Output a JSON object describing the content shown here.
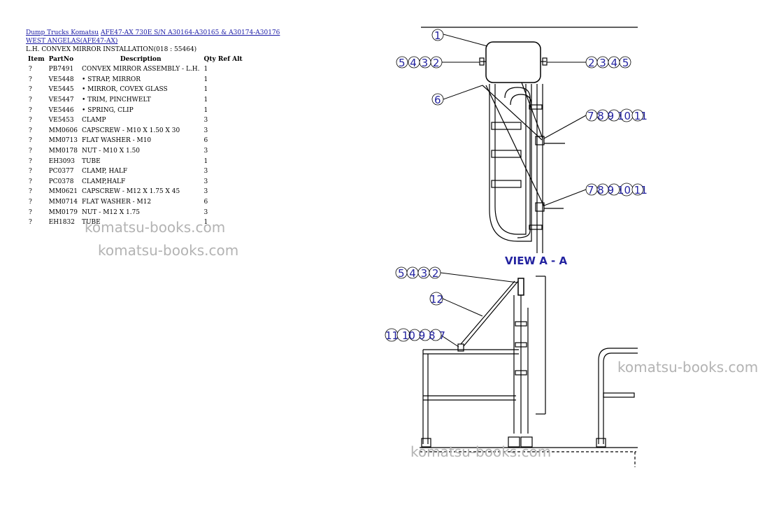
{
  "breadcrumb": {
    "link1": "Dump Trucks Komatsu",
    "link2": "AFE47-AX 730E S/N A30164-A30165 & A30174-A30176 WEST ANGELAS(AFE47-AX)"
  },
  "heading": "L.H. CONVEX MIRROR INSTALLATION(018 : 55464)",
  "columns": [
    "Item",
    "PartNo",
    "Description",
    "Qty",
    "Ref",
    "Alt"
  ],
  "rows": [
    {
      "item": "?",
      "part": "PB7491",
      "desc": "CONVEX MIRROR ASSEMBLY - L.H.",
      "qty": "1"
    },
    {
      "item": "?",
      "part": "VE5448",
      "desc": "• STRAP, MIRROR",
      "qty": "1"
    },
    {
      "item": "?",
      "part": "VE5445",
      "desc": "• MIRROR, COVEX GLASS",
      "qty": "1"
    },
    {
      "item": "?",
      "part": "VE5447",
      "desc": "• TRIM, PINCHWELT",
      "qty": "1"
    },
    {
      "item": "?",
      "part": "VE5446",
      "desc": "• SPRING, CLIP",
      "qty": "1"
    },
    {
      "item": "?",
      "part": "VE5453",
      "desc": "CLAMP",
      "qty": "3"
    },
    {
      "item": "?",
      "part": "MM0606",
      "desc": "CAPSCREW - M10 X 1.50 X 30",
      "qty": "3"
    },
    {
      "item": "?",
      "part": "MM0713",
      "desc": "FLAT WASHER - M10",
      "qty": "6"
    },
    {
      "item": "?",
      "part": "MM0178",
      "desc": "NUT - M10 X 1.50",
      "qty": "3"
    },
    {
      "item": "?",
      "part": "EH3093",
      "desc": "TUBE",
      "qty": "1"
    },
    {
      "item": "?",
      "part": "PC0377",
      "desc": "CLAMP, HALF",
      "qty": "3"
    },
    {
      "item": "?",
      "part": "PC0378",
      "desc": "CLAMP,HALF",
      "qty": "3"
    },
    {
      "item": "?",
      "part": "MM0621",
      "desc": "CAPSCREW - M12 X 1.75 X 45",
      "qty": "3"
    },
    {
      "item": "?",
      "part": "MM0714",
      "desc": "FLAT WASHER - M12",
      "qty": "6"
    },
    {
      "item": "?",
      "part": "MM0179",
      "desc": "NUT - M12 X 1.75",
      "qty": "3"
    },
    {
      "item": "?",
      "part": "EH1832",
      "desc": "TUBE",
      "qty": "1"
    }
  ],
  "watermark": "komatsu-books.com",
  "diagram": {
    "view_label": "VIEW A - A",
    "callouts": {
      "c1": "1",
      "c5432_left": "5 4 3 2",
      "c2345_right": "2 3 4 5",
      "c6": "6",
      "c7_11_a": "7 8 9 10 11",
      "c7_11_b": "7 8 9 10 11",
      "c5432_lower": "5 4 3 2",
      "c12": "12",
      "c11_7": "11 10 9 8 7"
    }
  }
}
